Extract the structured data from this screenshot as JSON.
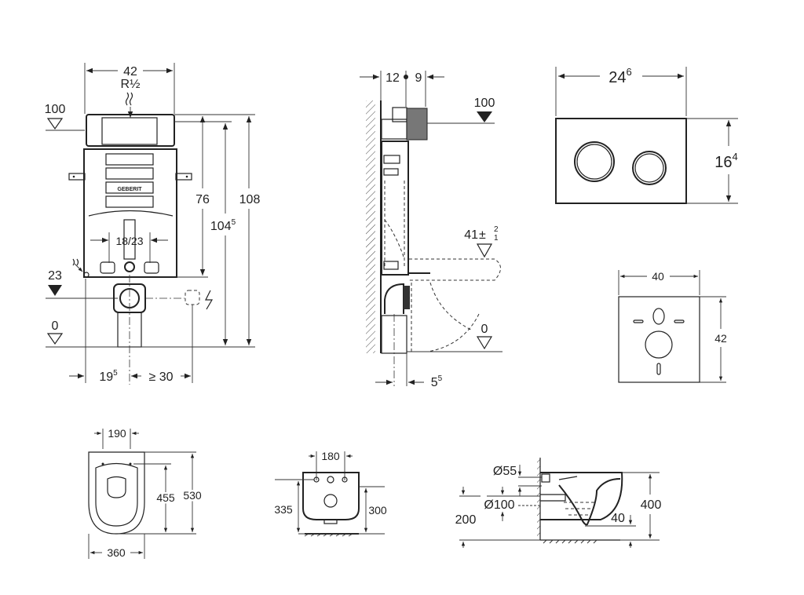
{
  "front_view": {
    "width": "42",
    "thread": "R½",
    "level_top": "100",
    "height_76": "76",
    "height_108": "108",
    "height_104": "104",
    "height_104_sup": "5",
    "drain_spacing": "18/23",
    "level_23": "23",
    "level_0": "0",
    "offset_19": "19",
    "offset_19_sup": "5",
    "socket_distance": "≥ 30",
    "brand": "GEBERIT"
  },
  "side_view": {
    "depth_12": "12",
    "depth_9": "9",
    "level_top": "100",
    "seat_height": "41",
    "seat_tol": "±",
    "seat_tol_plus": "2",
    "seat_tol_minus": "1",
    "level_0": "0",
    "offset_5": "5",
    "offset_5_sup": "5"
  },
  "flush_plate": {
    "width": "24",
    "width_sup": "6",
    "height": "16",
    "height_sup": "4"
  },
  "sound_pad": {
    "width": "40",
    "height": "42"
  },
  "bowl_top_view": {
    "hole_spacing": "190",
    "depth_455": "455",
    "depth_530": "530",
    "width": "360"
  },
  "bowl_rear_view": {
    "hole_spacing": "180",
    "height_335": "335",
    "height_300": "300"
  },
  "bowl_side_view": {
    "inlet_diameter": "Ø55",
    "outlet_diameter": "Ø100",
    "outlet_height": "200",
    "height": "400",
    "water_depth": "40"
  }
}
